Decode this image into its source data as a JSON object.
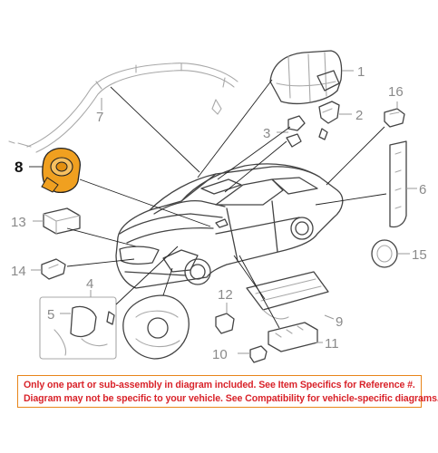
{
  "callouts": {
    "c1": "1",
    "c2": "2",
    "c3": "3",
    "c4": "4",
    "c5": "5",
    "c6": "6",
    "c7": "7",
    "c8": "8",
    "c9": "9",
    "c10": "10",
    "c11": "11",
    "c12": "12",
    "c13": "13",
    "c14": "14",
    "c15": "15",
    "c16": "16"
  },
  "highlight_color": "#f0a020",
  "notice": {
    "line1": "Only one part or sub-assembly in diagram included. See Item Specifics for Reference #.",
    "line2": "Diagram may not be specific to your vehicle. See Compatibility for vehicle-specific diagrams.",
    "text_color": "#d9232a",
    "border_color": "#e8851a"
  }
}
